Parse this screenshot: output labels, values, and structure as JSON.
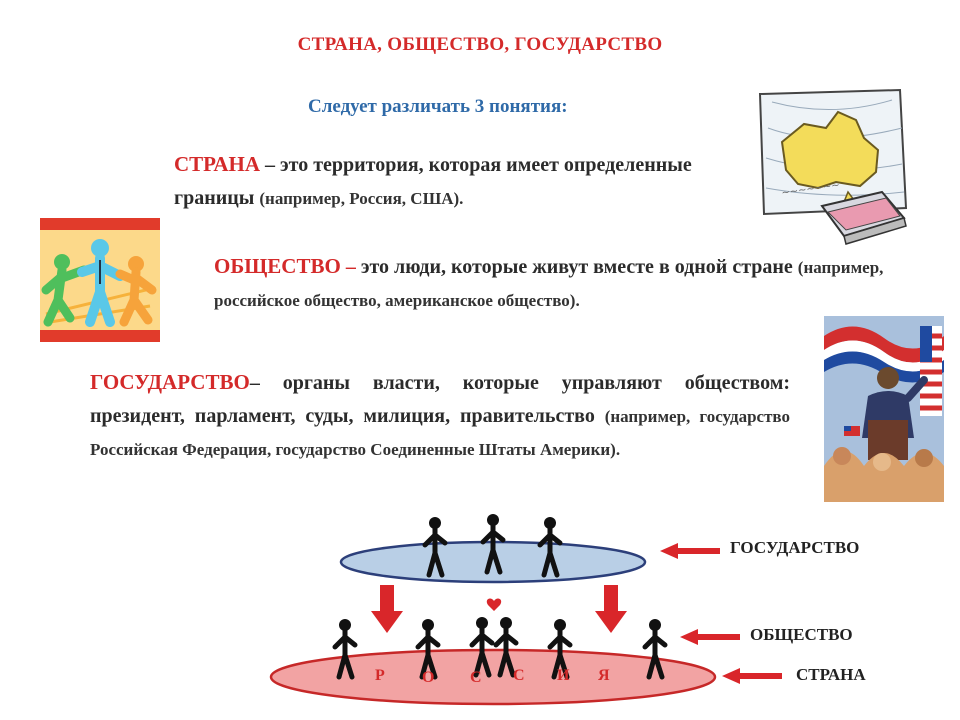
{
  "title": "СТРАНА, ОБЩЕСТВО, ГОСУДАРСТВО",
  "subtitle": "Следует различать 3 понятия:",
  "country": {
    "term": "СТРАНА",
    "text": " – это территория, которая имеет определенные границы ",
    "example": "(например, Россия, США)."
  },
  "society": {
    "term": "ОБЩЕСТВО",
    "dash": " – ",
    "text": "это люди, которые живут вместе в одной стране ",
    "example": "(например, российское общество, американское общество)."
  },
  "state": {
    "term": "ГОСУДАРСТВО",
    "text": "– органы власти, которые управляют обществом: президент, парламент, суды, милиция, правительство ",
    "example": "(например, государство Российская Федерация, государство Соединенные Штаты Америки)."
  },
  "diagram": {
    "label_state": "ГОСУДАРСТВО",
    "label_society": "ОБЩЕСТВО",
    "label_country": "СТРАНА",
    "letters": [
      "Р",
      "О",
      "С",
      "С",
      "И",
      "Я"
    ]
  },
  "colors": {
    "accent_red": "#d42a2a",
    "accent_blue": "#2f6aa8",
    "top_disc": "#b9cfe6",
    "bottom_disc": "#f2a3a3"
  },
  "icons": [
    "map-illustration",
    "people-illustration",
    "politician-illustration",
    "stick-figure-icons",
    "arrow-icons"
  ]
}
